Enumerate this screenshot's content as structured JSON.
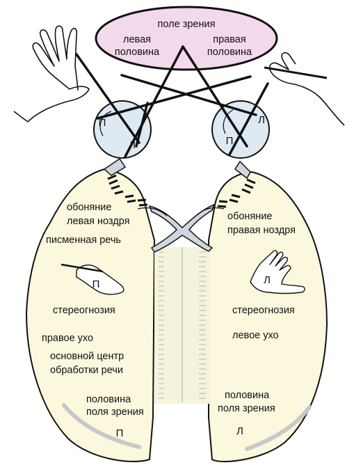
{
  "visual_field": {
    "title": "поле зрения",
    "left_half": [
      "левая",
      "половина"
    ],
    "right_half": [
      "правая",
      "половина"
    ]
  },
  "eyes": {
    "left": {
      "outer": "П",
      "inner": "Л"
    },
    "right": {
      "outer": "Л",
      "inner": "П"
    }
  },
  "left_hemisphere": {
    "smell": [
      "обоняние",
      "левая ноздря"
    ],
    "writing": "писменная речь",
    "hand_letter": "П",
    "stereognosis": "стереогнозия",
    "ear": "правое ухо",
    "speech": [
      "основной центр",
      "обработки речи"
    ],
    "vision": [
      "половина",
      "поля зрения"
    ],
    "vision_letter": "П"
  },
  "right_hemisphere": {
    "smell": [
      "обоняние",
      "правая ноздря"
    ],
    "hand_letter": "Л",
    "stereognosis": "стереогнозия",
    "ear": "левое ухо",
    "vision": [
      "половина",
      "поля зрения"
    ],
    "vision_letter": "Л"
  },
  "colors": {
    "field_fill": "#f3d9ec",
    "eye_fill": "#dde9f3",
    "brain_fill": "#fbf8de",
    "chiasm_fill": "#cfd6de",
    "line": "#111111"
  }
}
